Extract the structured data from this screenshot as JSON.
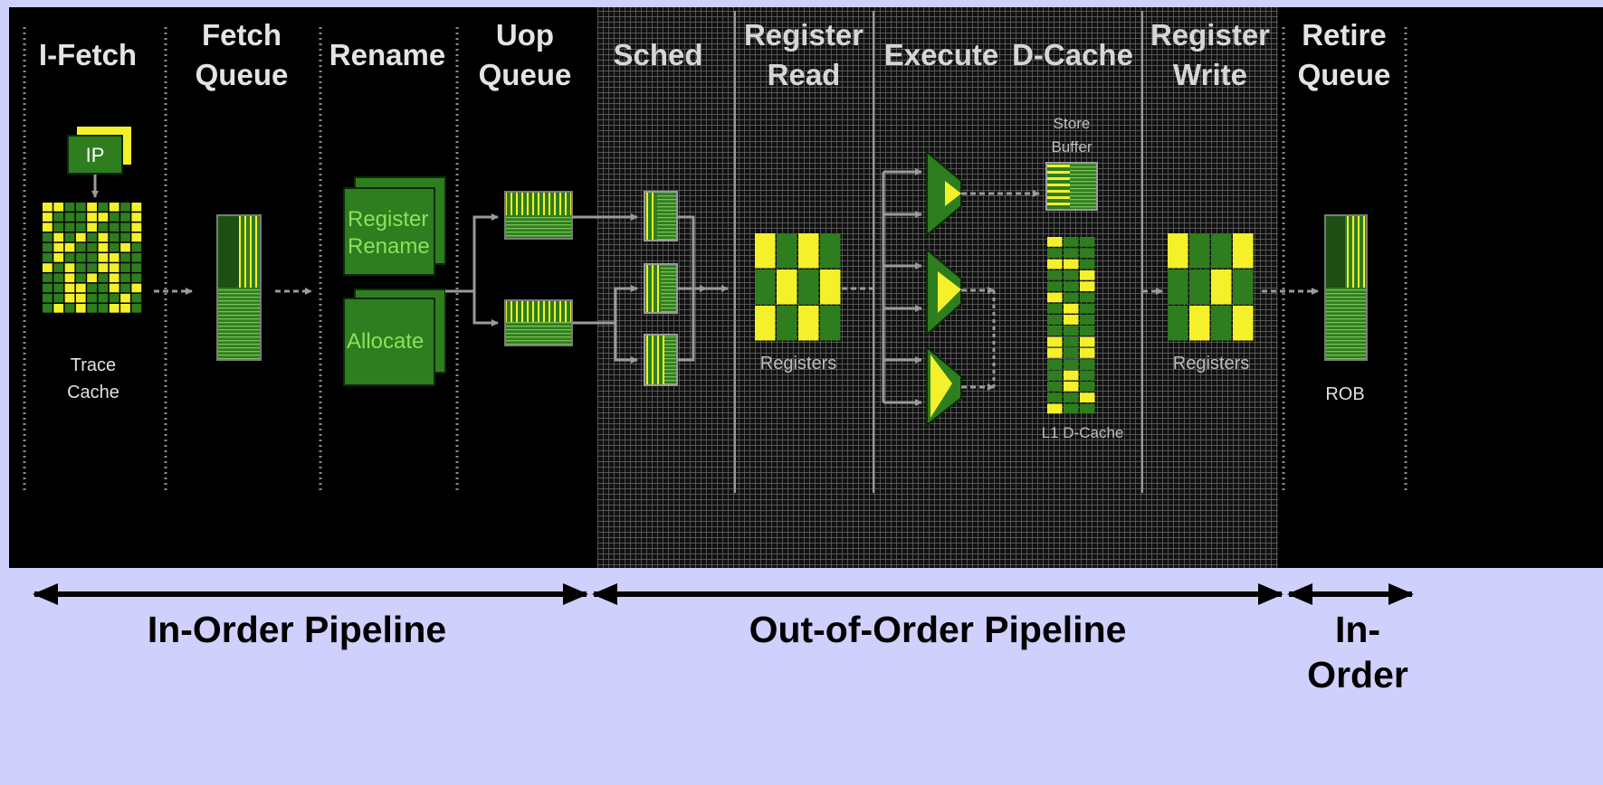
{
  "stages": {
    "ifetch": "I-Fetch",
    "fetch_queue_1": "Fetch",
    "fetch_queue_2": "Queue",
    "rename": "Rename",
    "uop_queue_1": "Uop",
    "uop_queue_2": "Queue",
    "sched": "Sched",
    "register_read_1": "Register",
    "register_read_2": "Read",
    "execute": "Execute",
    "dcache": "D-Cache",
    "register_write_1": "Register",
    "register_write_2": "Write",
    "retire_queue_1": "Retire",
    "retire_queue_2": "Queue"
  },
  "blocks": {
    "ip": "IP",
    "trace_cache_1": "Trace",
    "trace_cache_2": "Cache",
    "register_rename_1": "Register",
    "register_rename_2": "Rename",
    "allocate": "Allocate",
    "registers_read": "Registers",
    "store_buffer_1": "Store",
    "store_buffer_2": "Buffer",
    "l1_dcache": "L1 D-Cache",
    "registers_write": "Registers",
    "rob": "ROB"
  },
  "pipeline_bands": {
    "in_order": "In-Order Pipeline",
    "out_of_order": "Out-of-Order Pipeline",
    "retire_in_order_1": "In-",
    "retire_in_order_2": "Order"
  },
  "colors": {
    "background": "#d0d0fc",
    "panel": "#000000",
    "green": "#2e7d1f",
    "yellow": "#f4f02a",
    "grid": "#5a5a5a"
  }
}
